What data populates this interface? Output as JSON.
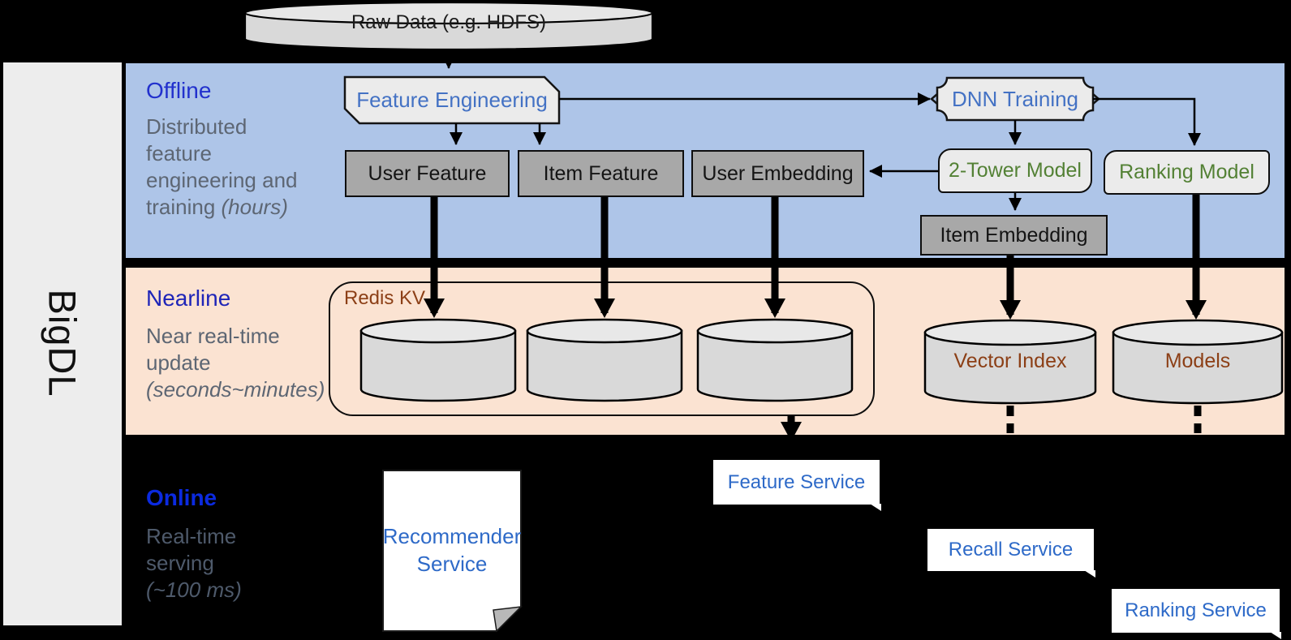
{
  "sidebar": {
    "brand": "BigDL"
  },
  "datasource": {
    "label": "Raw Data (e.g. HDFS)"
  },
  "sections": {
    "offline": {
      "heading": "Offline",
      "desc": "Distributed\nfeature\nengineering and",
      "desc_tail": "training ",
      "desc_italic": "(hours)"
    },
    "nearline": {
      "heading": "Nearline",
      "desc": "Near real-time\nupdate",
      "desc_italic": "(seconds~minutes)"
    },
    "online": {
      "heading": "Online",
      "desc": "Real-time\nserving",
      "desc_italic": "(~100 ms)"
    }
  },
  "nodes": {
    "feature_engineering": "Feature Engineering",
    "user_feature": "User Feature",
    "item_feature": "Item Feature",
    "user_embedding": "User Embedding",
    "dnn_training": "DNN Training",
    "two_tower_model": "2-Tower Model",
    "ranking_model": "Ranking Model",
    "item_embedding": "Item Embedding",
    "redis_kv": "Redis KV",
    "vector_index": "Vector Index",
    "models": "Models",
    "recommender_service": "Recommender Service",
    "feature_service": "Feature Service",
    "recall_service": "Recall Service",
    "ranking_service": "Ranking Service"
  },
  "colors": {
    "offline_band": "#aec5e8",
    "nearline_band": "#fbe3d2",
    "online_band": "#000000",
    "sidebar_bg": "#ededed",
    "offline_heading": "#2231cd",
    "nearline_heading": "#1f25b8",
    "online_heading": "#0b2ae0",
    "node_blue_text": "#4472c4",
    "node_green_text": "#538135",
    "node_brown_text": "#8c3f16",
    "service_blue_text": "#2e6ac8",
    "gray_node_fill": "#a8a8a8",
    "light_node_fill": "#ebebeb"
  }
}
